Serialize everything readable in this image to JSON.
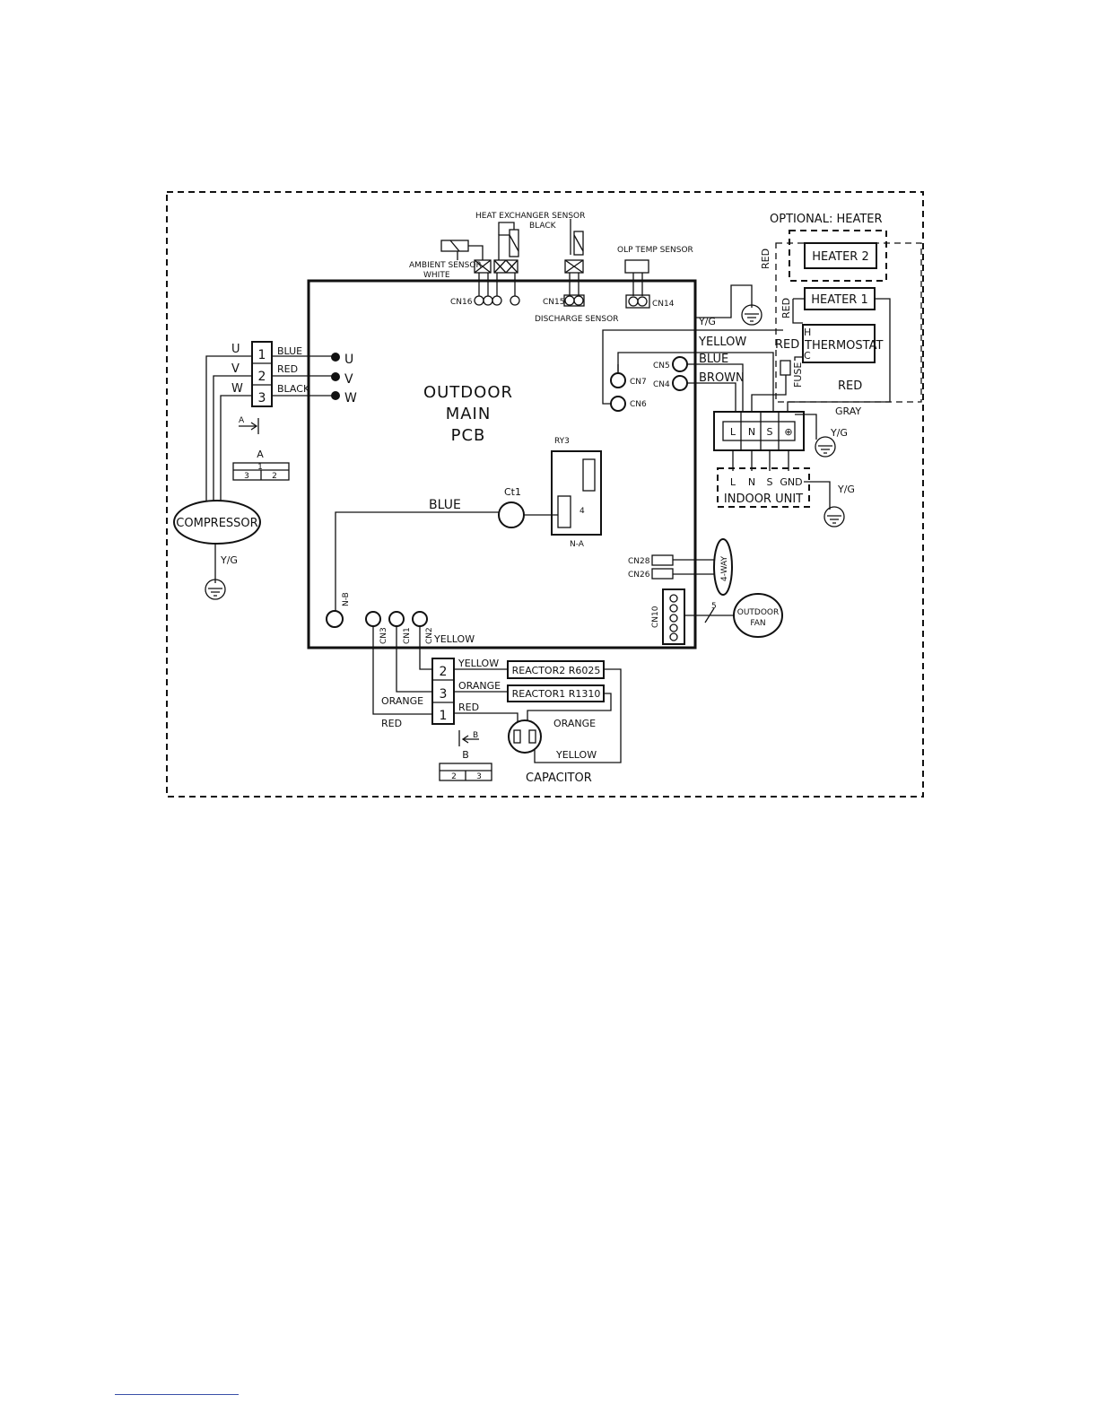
{
  "pcb": {
    "title_line1": "OUTDOOR",
    "title_line2": "MAIN",
    "title_line3": "PCB"
  },
  "optional_heater": "OPTIONAL: HEATER",
  "sensors": {
    "heat_exchanger": "HEAT EXCHANGER SENSOR",
    "heat_exchanger_color": "BLACK",
    "ambient": "AMBIENT SENSOR",
    "ambient_color": "WHITE",
    "discharge": "DISCHARGE SENSOR",
    "olp": "OLP TEMP SENSOR"
  },
  "connectors": {
    "cn16": "CN16",
    "cn15": "CN15",
    "cn14": "CN14",
    "cn7": "CN7",
    "cn6": "CN6",
    "cn5": "CN5",
    "cn4": "CN4",
    "cn28": "CN28",
    "cn26": "CN26",
    "cn10": "CN10",
    "cn3": "CN3",
    "cn1": "CN1",
    "cn2": "CN2",
    "ct1": "Ct1",
    "ry3": "RY3",
    "na": "N-A",
    "nb": "N-B",
    "ry3_pin": "4"
  },
  "compressor": {
    "label": "COMPRESSOR",
    "ground": "Y/G",
    "terminals": [
      "U",
      "V",
      "W"
    ],
    "pins": [
      "1",
      "2",
      "3"
    ],
    "wires": [
      "BLUE",
      "RED",
      "BLACK"
    ],
    "pcb_terminals": [
      "U",
      "V",
      "W"
    ],
    "view_label": "A",
    "detail_title": "A",
    "detail_top": "1",
    "detail_left": "3",
    "detail_right": "2"
  },
  "heater": {
    "heater2": "HEATER 2",
    "heater1": "HEATER 1",
    "thermostat": "THERMOSTAT",
    "thermo_h": "H",
    "thermo_c": "C",
    "fuse": "FUSE",
    "red_vertical_1": "RED",
    "red_vertical_2": "RED",
    "red_thermo": "RED",
    "red_bottom": "RED",
    "gray": "GRAY"
  },
  "right_wires": {
    "yg": "Y/G",
    "yellow": "YELLOW",
    "blue": "BLUE",
    "brown": "BROWN"
  },
  "terminal_block": {
    "top_labels": [
      "L",
      "N",
      "S",
      "⊕"
    ],
    "ground": "Y/G"
  },
  "indoor_unit": {
    "title": "INDOOR UNIT",
    "labels": [
      "L",
      "N",
      "S",
      "GND"
    ],
    "ground": "Y/G"
  },
  "ct_wire": "BLUE",
  "four_way": "4-WAY",
  "outdoor_fan": {
    "line1": "OUTDOOR",
    "line2": "FAN",
    "wire_count": "5"
  },
  "cn2_wire": "YELLOW",
  "reactor": {
    "pins": [
      "2",
      "3",
      "1"
    ],
    "wires": [
      "YELLOW",
      "ORANGE",
      "RED"
    ],
    "reactor2": "REACTOR2 R6025",
    "reactor1": "REACTOR1 R1310",
    "orange_left": "ORANGE",
    "red_left": "RED",
    "orange_right": "ORANGE",
    "yellow_right": "YELLOW",
    "capacitor": "CAPACITOR",
    "view_label": "B",
    "detail_title": "B",
    "detail_left": "2",
    "detail_right": "3"
  }
}
